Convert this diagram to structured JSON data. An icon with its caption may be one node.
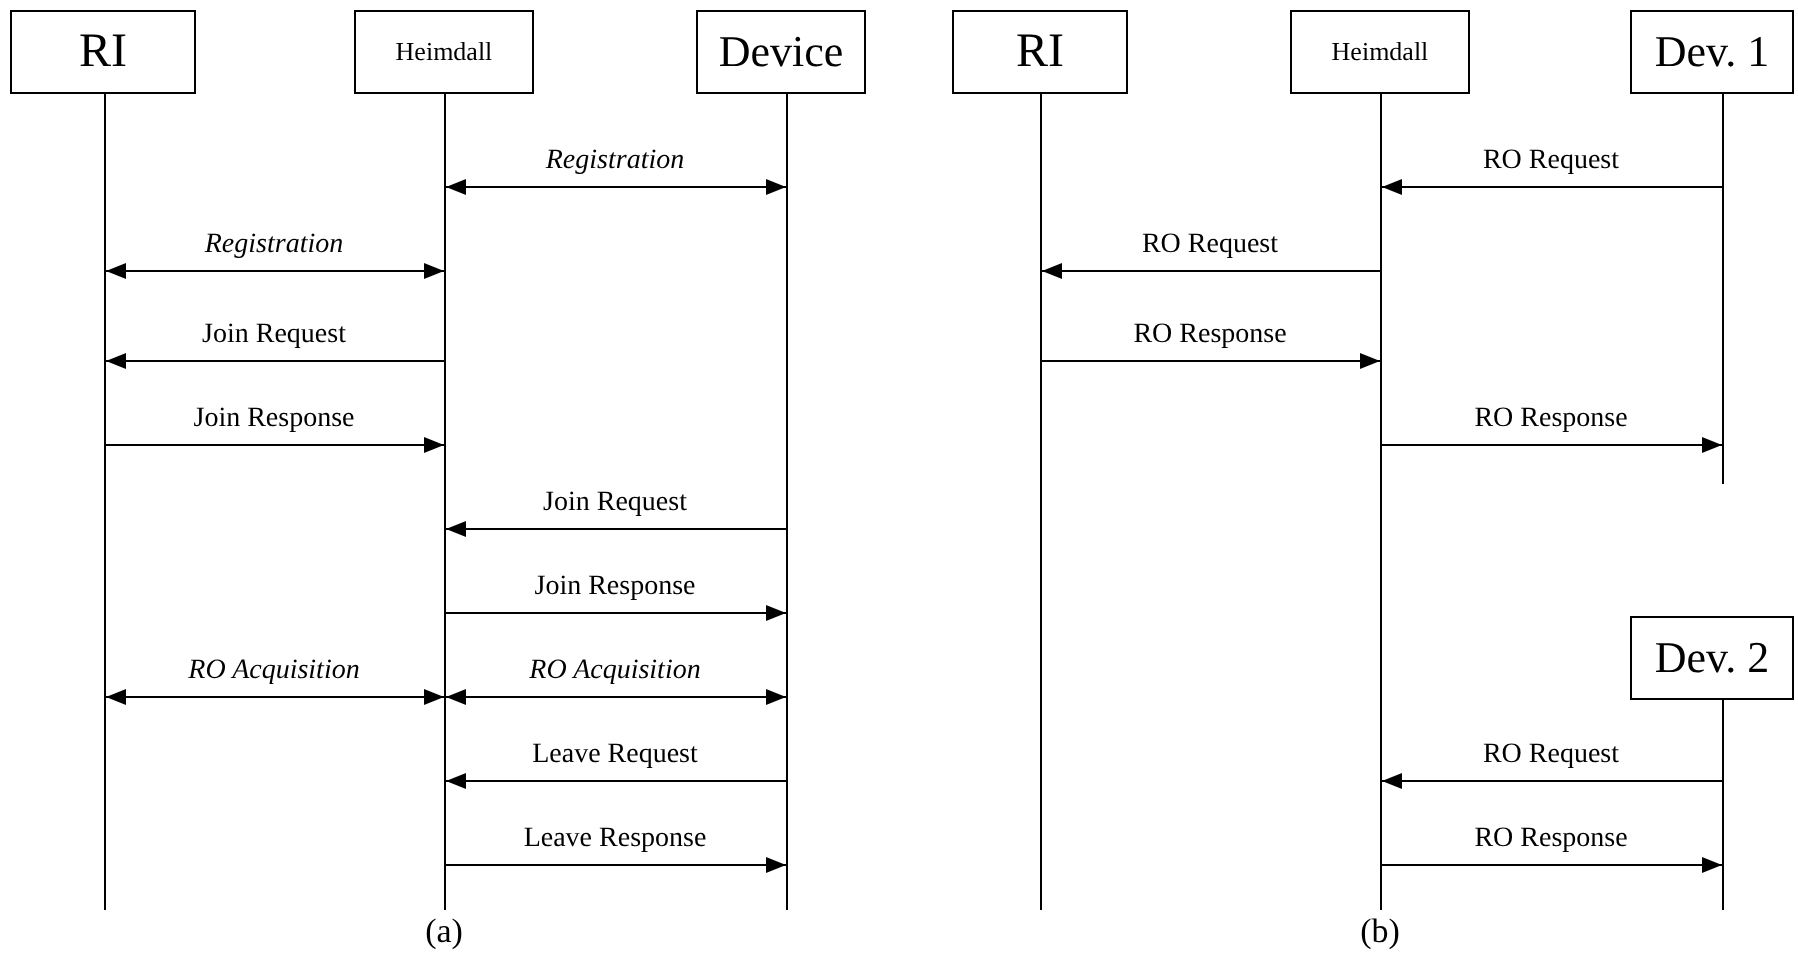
{
  "diagram": {
    "nodes": [
      {
        "text": [
          "RI"
        ]
      },
      {
        "text": [
          "Heimdall"
        ]
      },
      {
        "text": [
          "Device"
        ]
      },
      {
        "text": [
          "RI"
        ]
      },
      {
        "text": [
          "Heimdall"
        ]
      },
      {
        "text": [
          "Dev. 1"
        ]
      },
      {
        "text": [
          "Dev. 2"
        ]
      },
      {
        "text": [],
        "shape": "line"
      },
      {
        "text": [],
        "shape": "line"
      },
      {
        "text": [],
        "shape": "line"
      },
      {
        "text": [],
        "shape": "line"
      },
      {
        "text": [],
        "shape": "line"
      },
      {
        "text": [],
        "shape": "line"
      },
      {
        "text": [],
        "shape": "line"
      }
    ],
    "edges": [
      {
        "from": 9,
        "to": 8,
        "arrow": "both",
        "label": "Registration"
      },
      {
        "from": 7,
        "to": 8,
        "arrow": "both",
        "label": "Registration"
      },
      {
        "from": 8,
        "to": 7,
        "arrow": "to",
        "label": "Join Request"
      },
      {
        "from": 7,
        "to": 8,
        "arrow": "to",
        "label": "Join Response"
      },
      {
        "from": 9,
        "to": 8,
        "arrow": "to",
        "label": "Join Request"
      },
      {
        "from": 8,
        "to": 9,
        "arrow": "to",
        "label": "Join Response"
      },
      {
        "from": 7,
        "to": 8,
        "arrow": "both",
        "label": "RO Acquisition"
      },
      {
        "from": 8,
        "to": 9,
        "arrow": "both",
        "label": "RO Acquisition"
      },
      {
        "from": 9,
        "to": 8,
        "arrow": "to",
        "label": "Leave Request"
      },
      {
        "from": 8,
        "to": 9,
        "arrow": "to",
        "label": "Leave Response"
      },
      {
        "from": 12,
        "to": 11,
        "arrow": "to",
        "label": "RO Request"
      },
      {
        "from": 11,
        "to": 10,
        "arrow": "to",
        "label": "RO Request"
      },
      {
        "from": 10,
        "to": 11,
        "arrow": "to",
        "label": "RO Response"
      },
      {
        "from": 11,
        "to": 12,
        "arrow": "to",
        "label": "RO Response"
      },
      {
        "from": 13,
        "to": 11,
        "arrow": "to",
        "label": "RO Request"
      },
      {
        "from": 11,
        "to": 13,
        "arrow": "to",
        "label": "RO Response"
      }
    ],
    "labels": [
      "(a)",
      "(b)"
    ]
  }
}
